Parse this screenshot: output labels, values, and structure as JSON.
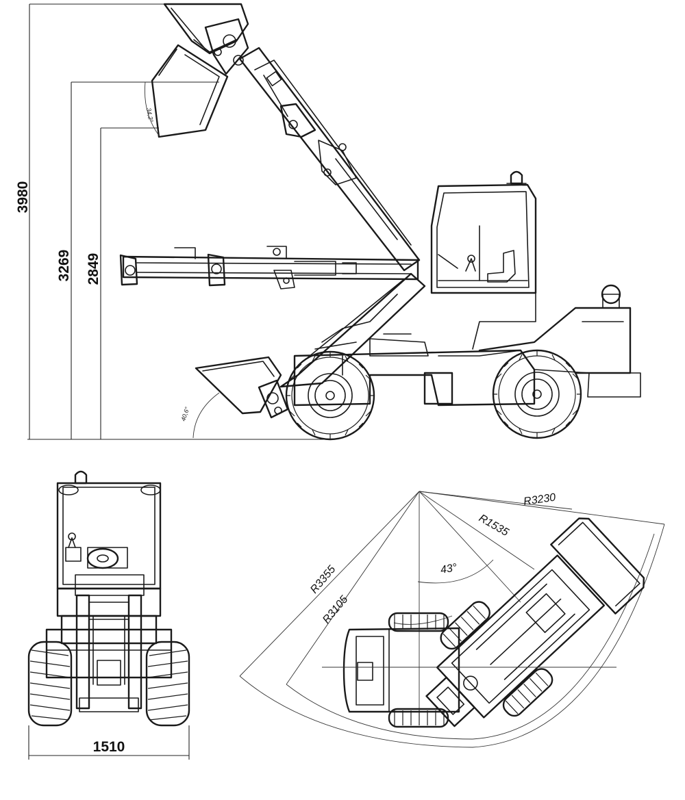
{
  "side_view": {
    "height_max": "3980",
    "height_pin": "3269",
    "height_dump": "2849",
    "angle_top": "34,2°",
    "angle_bottom": "40,6°"
  },
  "front_view": {
    "width": "1510"
  },
  "turning_view": {
    "radius_outer": "R3355",
    "radius_inner": "R3105",
    "radius_bucket": "R3230",
    "radius_min": "R1535",
    "articulation_angle": "43°"
  }
}
